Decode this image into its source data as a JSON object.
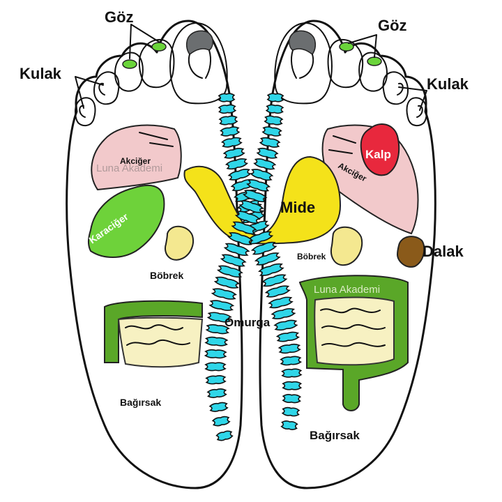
{
  "labels": {
    "goz_left": "Göz",
    "goz_right": "Göz",
    "kulak_left": "Kulak",
    "kulak_right": "Kulak",
    "akciger_left": "Akciğer",
    "akciger_right": "Akciğer",
    "karaciger": "Karaciğer",
    "mide": "Mide",
    "kalp": "Kalp",
    "dalak": "Dalak",
    "bobrek_left": "Böbrek",
    "bobrek_right": "Böbrek",
    "omurga": "Omurga",
    "bagirsak_left": "Bağırsak",
    "bagirsak_right": "Bağırsak"
  },
  "watermark": {
    "left": "Luna Akademi",
    "right": "Luna Akademi"
  },
  "colors": {
    "lungs": "#f2c9cb",
    "liver": "#6ed23a",
    "stomach": "#f4e21a",
    "kidney": "#f4e890",
    "colon": "#5aa728",
    "intestine": "#f7f1c2",
    "spine": "#2fd6e8",
    "heart": "#e8283d",
    "spleen": "#8a5a1a"
  }
}
